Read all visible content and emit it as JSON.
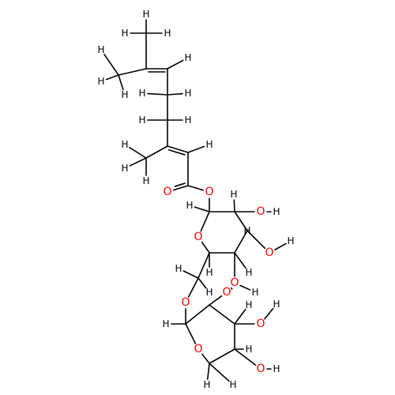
{
  "molecule": {
    "colors": {
      "hydrogen": "#000000",
      "oxygen": "#ff0000",
      "carbon_bond": "#000000",
      "background": "#ffffff"
    },
    "atoms": [
      {
        "id": "c1",
        "el": "C",
        "show": false
      },
      {
        "id": "c2",
        "el": "C",
        "show": false
      },
      {
        "id": "c3",
        "el": "C",
        "show": false
      },
      {
        "id": "c4",
        "el": "C",
        "show": false
      },
      {
        "id": "c5",
        "el": "C",
        "show": false
      },
      {
        "id": "c6",
        "el": "C",
        "show": false
      },
      {
        "id": "c7",
        "el": "C",
        "show": false
      },
      {
        "id": "c8",
        "el": "C",
        "show": false
      },
      {
        "id": "c9",
        "el": "C",
        "show": false
      },
      {
        "id": "c10",
        "el": "C",
        "show": false
      },
      {
        "id": "o_carbonyl",
        "el": "O",
        "show": true,
        "label": "O"
      },
      {
        "id": "o_ester",
        "el": "O",
        "show": true,
        "label": "O"
      },
      {
        "id": "g1c1",
        "el": "C",
        "show": false
      },
      {
        "id": "g1c2",
        "el": "C",
        "show": false
      },
      {
        "id": "g1c3",
        "el": "C",
        "show": false
      },
      {
        "id": "g1c4",
        "el": "C",
        "show": false
      },
      {
        "id": "g1c5",
        "el": "C",
        "show": false
      },
      {
        "id": "g1o_ring",
        "el": "O",
        "show": true,
        "label": "O"
      },
      {
        "id": "g1o2",
        "el": "O",
        "show": true,
        "label": "O"
      },
      {
        "id": "g1o3",
        "el": "O",
        "show": true,
        "label": "O"
      },
      {
        "id": "g1o4",
        "el": "O",
        "show": true,
        "label": "O"
      },
      {
        "id": "g1c6",
        "el": "C",
        "show": false
      },
      {
        "id": "o_link",
        "el": "O",
        "show": true,
        "label": "O"
      },
      {
        "id": "g2c1",
        "el": "C",
        "show": false
      },
      {
        "id": "g2c2",
        "el": "C",
        "show": false
      },
      {
        "id": "g2c3",
        "el": "C",
        "show": false
      },
      {
        "id": "g2c4",
        "el": "C",
        "show": false
      },
      {
        "id": "g2c5",
        "el": "C",
        "show": false
      },
      {
        "id": "g2o_ring",
        "el": "O",
        "show": true,
        "label": "O"
      },
      {
        "id": "g2o2",
        "el": "O",
        "show": true,
        "label": "O"
      },
      {
        "id": "g2o3",
        "el": "O",
        "show": true,
        "label": "O"
      },
      {
        "id": "g2o4",
        "el": "O",
        "show": true,
        "label": "O"
      }
    ],
    "bonds": [
      {
        "a": "c1",
        "b": "c2",
        "order": 1
      },
      {
        "a": "c2",
        "b": "c3",
        "order": 1
      },
      {
        "a": "c2",
        "b": "c4",
        "order": 2
      },
      {
        "a": "c4",
        "b": "c5",
        "order": 1
      },
      {
        "a": "c5",
        "b": "c6",
        "order": 1
      },
      {
        "a": "c6",
        "b": "c7",
        "order": 1
      },
      {
        "a": "c7",
        "b": "c8",
        "order": 1
      },
      {
        "a": "c7",
        "b": "c9",
        "order": 2
      },
      {
        "a": "c9",
        "b": "c10",
        "order": 1
      },
      {
        "a": "c10",
        "b": "o_carbonyl",
        "order": 2
      },
      {
        "a": "c10",
        "b": "o_ester",
        "order": 1
      },
      {
        "a": "o_ester",
        "b": "g1c1",
        "order": 1
      },
      {
        "a": "g1c1",
        "b": "g1c2",
        "order": 1
      },
      {
        "a": "g1c2",
        "b": "g1c3",
        "order": 1
      },
      {
        "a": "g1c3",
        "b": "g1c4",
        "order": 1
      },
      {
        "a": "g1c4",
        "b": "g1c5",
        "order": 1
      },
      {
        "a": "g1c5",
        "b": "g1o_ring",
        "order": 1
      },
      {
        "a": "g1o_ring",
        "b": "g1c1",
        "order": 1
      },
      {
        "a": "g1c2",
        "b": "g1o2",
        "order": 1
      },
      {
        "a": "g1c3",
        "b": "g1o3",
        "order": 1
      },
      {
        "a": "g1c4",
        "b": "g1o4",
        "order": 1
      },
      {
        "a": "g1c5",
        "b": "g1c6",
        "order": 1
      },
      {
        "a": "g1c6",
        "b": "o_link",
        "order": 1
      },
      {
        "a": "o_link",
        "b": "g2c1",
        "order": 1
      },
      {
        "a": "g2c1",
        "b": "g2c2",
        "order": 1
      },
      {
        "a": "g2c2",
        "b": "g2c3",
        "order": 1
      },
      {
        "a": "g2c3",
        "b": "g2c4",
        "order": 1
      },
      {
        "a": "g2c4",
        "b": "g2c5",
        "order": 1
      },
      {
        "a": "g2c5",
        "b": "g2o_ring",
        "order": 1
      },
      {
        "a": "g2o_ring",
        "b": "g2c1",
        "order": 1
      },
      {
        "a": "g2c2",
        "b": "g2o2",
        "order": 1
      },
      {
        "a": "g2c3",
        "b": "g2o3",
        "order": 1
      },
      {
        "a": "g2c4",
        "b": "g2o4",
        "order": 1
      }
    ],
    "hydrogen_label": "H",
    "hydrogens": [
      {
        "on": "c1"
      },
      {
        "on": "c1"
      },
      {
        "on": "c1"
      },
      {
        "on": "c3"
      },
      {
        "on": "c3"
      },
      {
        "on": "c3"
      },
      {
        "on": "c4"
      },
      {
        "on": "c5"
      },
      {
        "on": "c5"
      },
      {
        "on": "c6"
      },
      {
        "on": "c6"
      },
      {
        "on": "c8"
      },
      {
        "on": "c8"
      },
      {
        "on": "c8"
      },
      {
        "on": "c9"
      },
      {
        "on": "g1c1"
      },
      {
        "on": "g1c2"
      },
      {
        "on": "g1o2"
      },
      {
        "on": "g1c3"
      },
      {
        "on": "g1o3"
      },
      {
        "on": "g1c4"
      },
      {
        "on": "g1o4"
      },
      {
        "on": "g1c5"
      },
      {
        "on": "g1c6"
      },
      {
        "on": "g1c6"
      },
      {
        "on": "g2c1"
      },
      {
        "on": "g2o2"
      },
      {
        "on": "g2c3"
      },
      {
        "on": "g2o3"
      },
      {
        "on": "g2c4"
      },
      {
        "on": "g2o4"
      },
      {
        "on": "g2c5"
      },
      {
        "on": "g2c5"
      }
    ]
  }
}
